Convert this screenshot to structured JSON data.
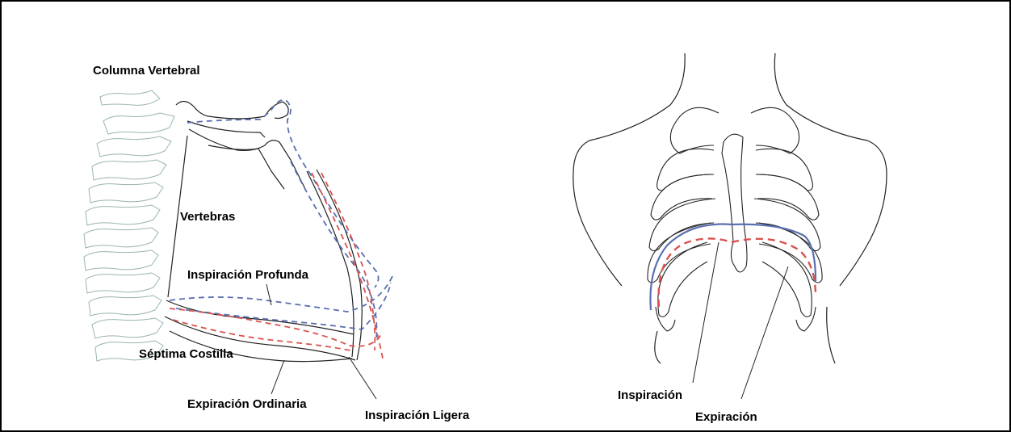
{
  "left_diagram": {
    "labels": {
      "columna_vertebral": "Columna Vertebral",
      "vertebras": "Vertebras",
      "inspiracion_profunda": "Inspiración Profunda",
      "septima_costilla": "Séptima Costilla",
      "expiracion_ordinaria": "Expiración Ordinaria",
      "inspiracion_ligera": "Inspiración Ligera"
    }
  },
  "right_diagram": {
    "labels": {
      "inspiracion": "Inspiración",
      "expiracion": "Expiración"
    }
  },
  "colors": {
    "inspiration_line": "#5a6fb0",
    "expiration_line": "#d9534f",
    "outline": "#222222",
    "vertebrae": "#9ab4b0"
  }
}
